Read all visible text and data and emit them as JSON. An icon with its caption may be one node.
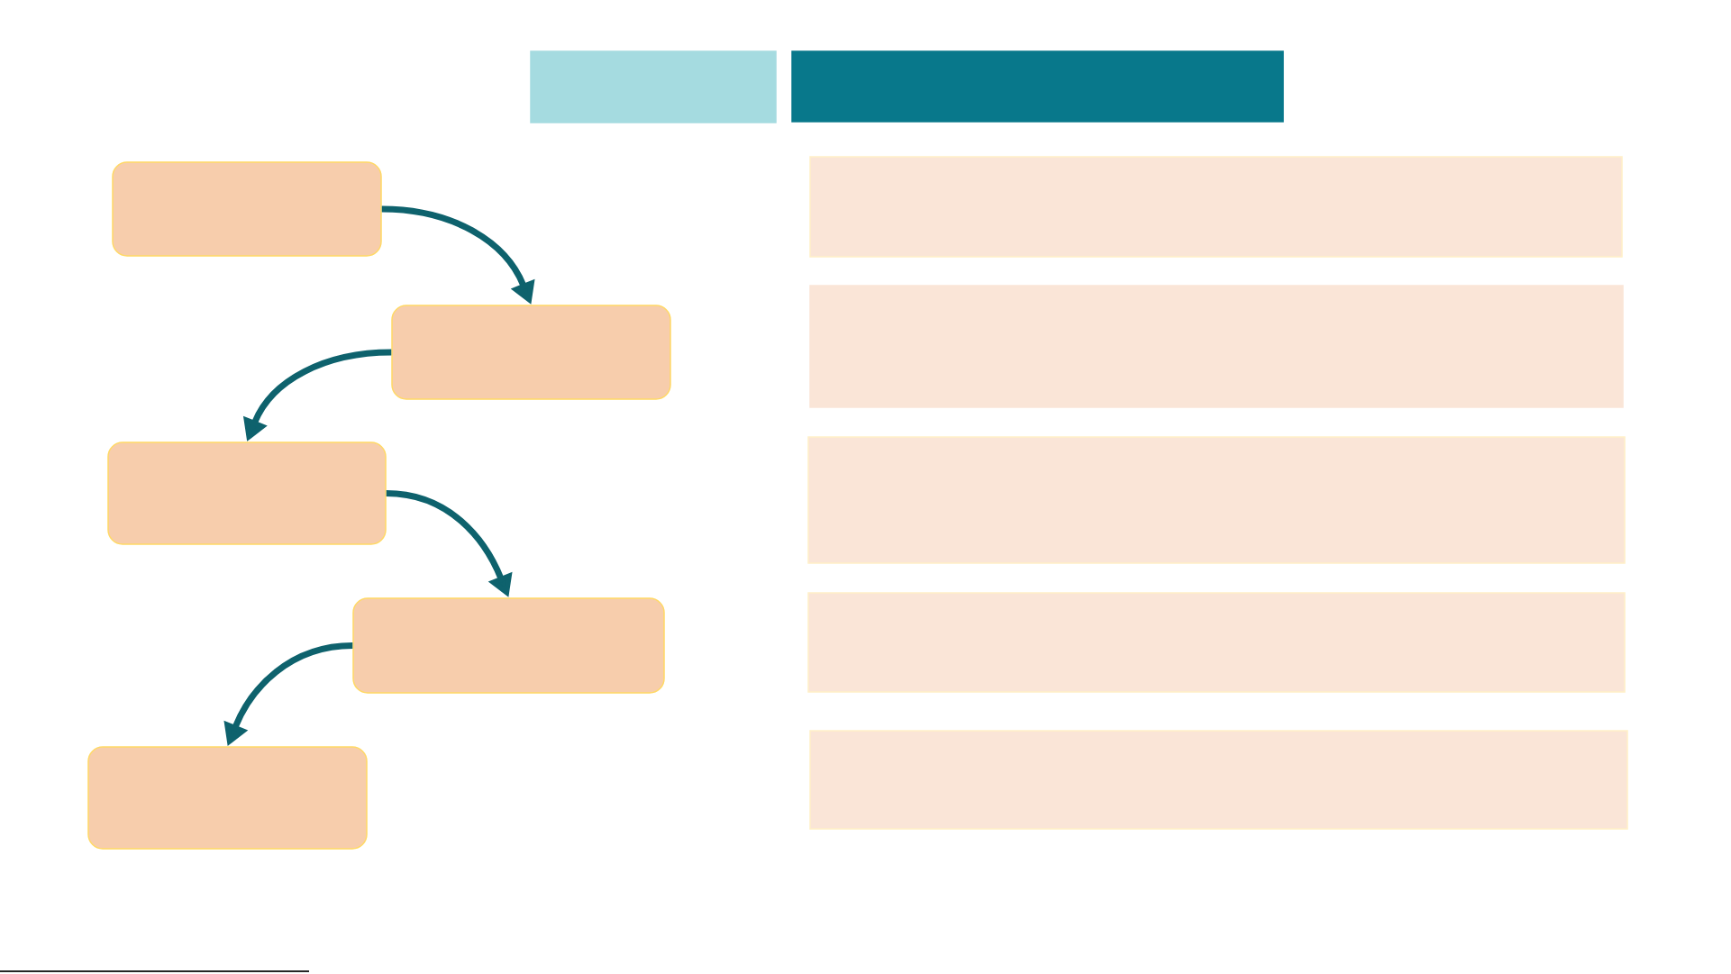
{
  "diagram": {
    "nodes": [
      {
        "text": [],
        "shape": "bar"
      },
      {
        "text": [],
        "shape": "bar"
      },
      {
        "text": [],
        "shape": "box"
      },
      {
        "text": [],
        "shape": "box"
      },
      {
        "text": [],
        "shape": "box"
      },
      {
        "text": [],
        "shape": "box"
      },
      {
        "text": [],
        "shape": "box"
      },
      {
        "text": [],
        "shape": "bar"
      },
      {
        "text": [],
        "shape": "bar"
      },
      {
        "text": [],
        "shape": "bar"
      },
      {
        "text": [],
        "shape": "bar"
      },
      {
        "text": [],
        "shape": "bar"
      }
    ],
    "edges": [
      {
        "from": 2,
        "to": 3,
        "arrow": "to"
      },
      {
        "from": 3,
        "to": 4,
        "arrow": "to"
      },
      {
        "from": 4,
        "to": 5,
        "arrow": "to"
      },
      {
        "from": 5,
        "to": 6,
        "arrow": "to"
      }
    ]
  }
}
